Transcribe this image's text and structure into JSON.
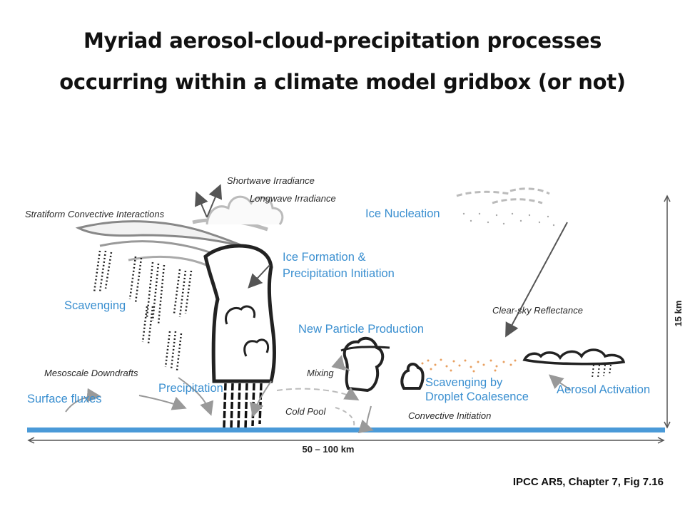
{
  "title": {
    "line1": "Myriad aerosol-cloud-precipitation processes",
    "line2": "occurring within a climate model gridbox (or not)"
  },
  "labels": {
    "shortwave": "Shortwave Irradiance",
    "longwave": "Longwave Irradiance",
    "stratiform": "Stratiform Convective Interactions",
    "ice_nucleation": "Ice Nucleation",
    "ice_formation_1": "Ice Formation &",
    "ice_formation_2": "Precipitation Initiation",
    "scavenging": "Scavenging",
    "clear_sky": "Clear-sky Reflectance",
    "new_particle": "New Particle Production",
    "mesoscale": "Mesoscale Downdrafts",
    "mixing": "Mixing",
    "surface_fluxes": "Surface fluxes",
    "precipitation": "Precipitation",
    "scavenging_droplet_1": "Scavenging by",
    "scavenging_droplet_2": "Droplet Coalesence",
    "aerosol_activation": "Aerosol Activation",
    "cold_pool": "Cold Pool",
    "convective_initiation": "Convective Initiation"
  },
  "scale": {
    "horizontal": "50 – 100 km",
    "vertical": "15 km"
  },
  "caption": "IPCC AR5, Chapter 7, Fig 7.16",
  "colors": {
    "label_blue": "#3a8fd0",
    "ground": "#4a9ad8",
    "cloud_grey": "#b8b8b8",
    "aerosol_orange": "#e8a060"
  }
}
